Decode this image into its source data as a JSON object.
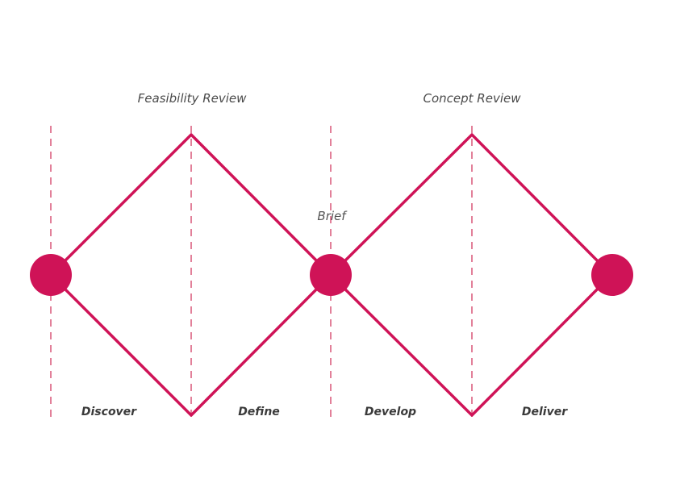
{
  "colors": {
    "accent": "#cf1357",
    "guide": "#d64a6e",
    "label_text": "#3a3a3a"
  },
  "labels": {
    "feasibility_review": "Feasibility Review",
    "concept_review": "Concept Review",
    "brief": "Brief"
  },
  "phases": [
    {
      "label": "Discover"
    },
    {
      "label": "Define"
    },
    {
      "label": "Develop"
    },
    {
      "label": "Deliver"
    }
  ]
}
